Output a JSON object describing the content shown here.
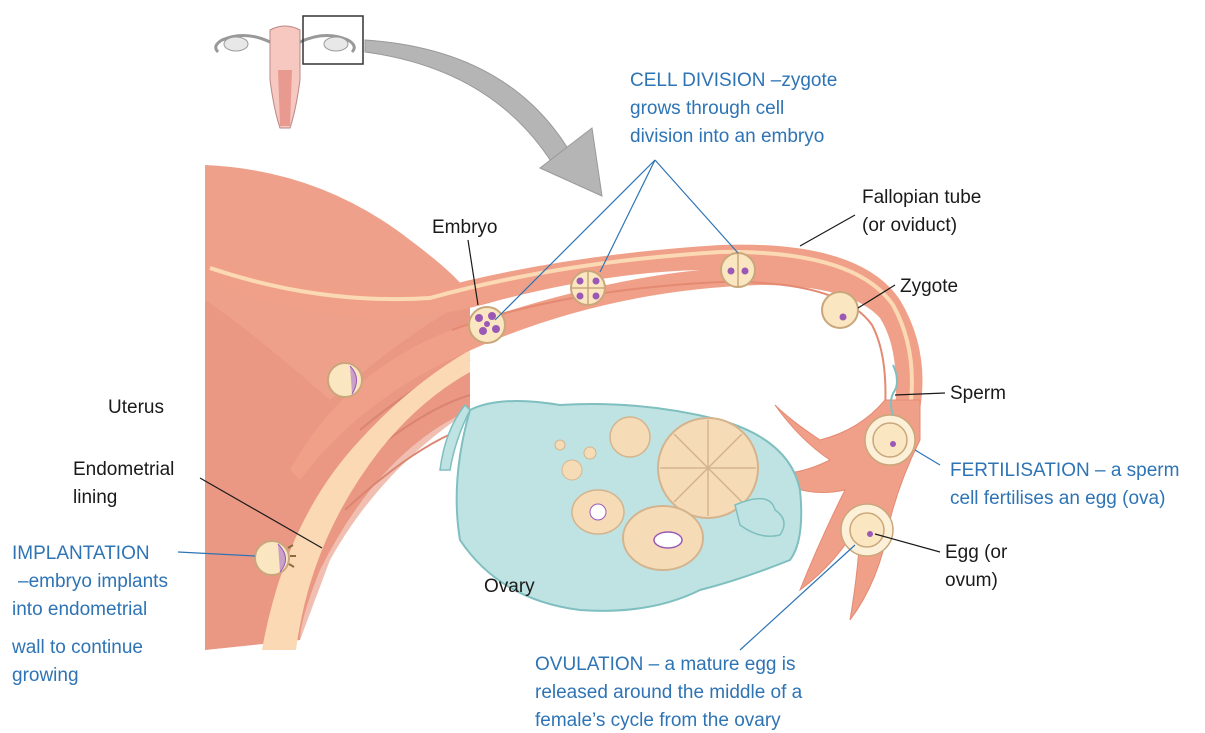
{
  "labels": {
    "embryo": "Embryo",
    "fallopian_1": "Fallopian tube",
    "fallopian_2": "(or oviduct)",
    "zygote": "Zygote",
    "sperm": "Sperm",
    "uterus": "Uterus",
    "endometrial_1": "Endometrial",
    "endometrial_2": "lining",
    "ovary": "Ovary",
    "egg_1": "Egg (or",
    "egg_2": "ovum)"
  },
  "annotations": {
    "cell_division": [
      "CELL DIVISION –zygote",
      "grows through cell",
      "division into an embryo"
    ],
    "fertilisation": [
      "FERTILISATION – a sperm",
      "cell fertilises an egg (ova)"
    ],
    "implantation": [
      "IMPLANTATION",
      "–embryo implants",
      "into endometrial",
      "wall to continue",
      "growing"
    ],
    "ovulation": [
      "OVULATION – a mature egg is",
      "released around the middle of a",
      "female’s cycle from the ovary"
    ]
  },
  "colors": {
    "annotation": "#2e74b5",
    "tissue": "#f2a58e",
    "tube_lumen": "#f4b8a2",
    "ovary": "#bfe3e3",
    "cell": "#fbe6c2",
    "nucleus": "#9b59b6"
  }
}
